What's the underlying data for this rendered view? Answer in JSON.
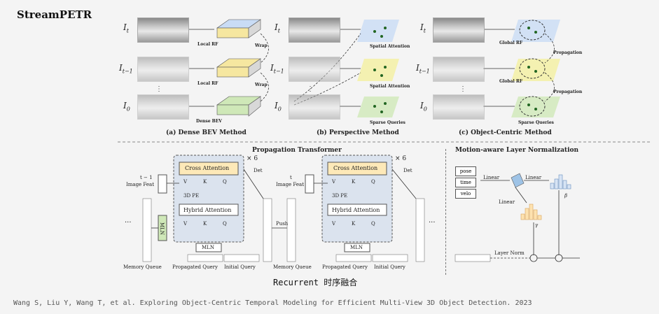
{
  "title": "StreamPETR",
  "panels": {
    "a": {
      "caption": "(a) Dense BEV Method",
      "local_rf": "Local RF",
      "dense_bev": "Dense BEV",
      "wrap": "Wrap"
    },
    "b": {
      "caption": "(b) Perspective Method",
      "spatial_attention": "Spatial Attention",
      "sparse_queries": "Sparse Queries"
    },
    "c": {
      "caption": "(c) Object-Centric Method",
      "global_rf": "Global RF",
      "propagation": "Propagation",
      "sparse_queries": "Sparse Queries"
    }
  },
  "frame_labels": {
    "t": "I",
    "t_sub": "t",
    "t1": "I",
    "t1_sub": "t−1",
    "t0": "I",
    "t0_sub": "0",
    "vdots": "⋮"
  },
  "propagation": {
    "title": "Propagation Transformer",
    "times6": "× 6",
    "cross_attention": "Cross Attention",
    "hybrid_attention": "Hybrid Attention",
    "pe3d": "3D PE",
    "mln": "MLN",
    "det": "Det",
    "push": "Push",
    "image_feat": "Image Feat",
    "t_minus_1": "t − 1",
    "t": "t",
    "v": "V",
    "k": "K",
    "q": "Q",
    "memory_queue": "Memory Queue",
    "propagated_query": "Propagated Query",
    "initial_query": "Initial Query",
    "ellipsis": "···"
  },
  "mln": {
    "title": "Motion-aware Layer Normalization",
    "pose": "pose",
    "time": "time",
    "velo": "velo",
    "linear": "Linear",
    "layer_norm": "Layer Norm",
    "beta": "β",
    "gamma": "γ"
  },
  "recurrent": "Recurrent 时序融合",
  "citation": "Wang S, Liu Y, Wang T, et al. Exploring Object-Centric Temporal Modeling for Efficient Multi-View 3D Object Detection. 2023",
  "colors": {
    "cross": "#fde9b8",
    "blue": "#c9dcf5",
    "green": "#cfe8b8",
    "yellow": "#f4f0a0",
    "ln_panel": "#dbe3ee"
  }
}
